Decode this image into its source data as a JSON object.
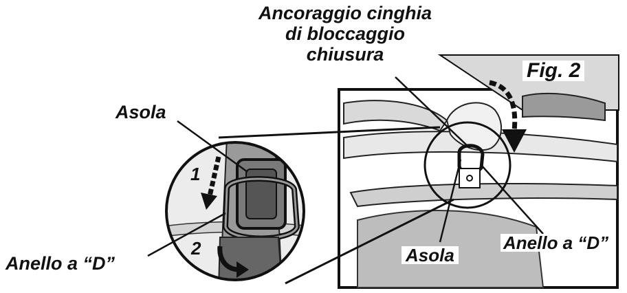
{
  "labels": {
    "anchor_title_line1": "Ancoraggio cinghia",
    "anchor_title_line2": "di bloccaggio",
    "anchor_title_line3": "chiusura",
    "fig_label": "Fig. 2",
    "asola_left": "Asola",
    "anello_left": "Anello a “D”",
    "asola_right": "Asola",
    "anello_right": "Anello a “D”",
    "step_1": "1",
    "step_2": "2"
  },
  "colors": {
    "line": "#111111",
    "fill_light": "#d9d9d9",
    "fill_mid": "#9a9a9a",
    "fill_dark": "#555555"
  }
}
